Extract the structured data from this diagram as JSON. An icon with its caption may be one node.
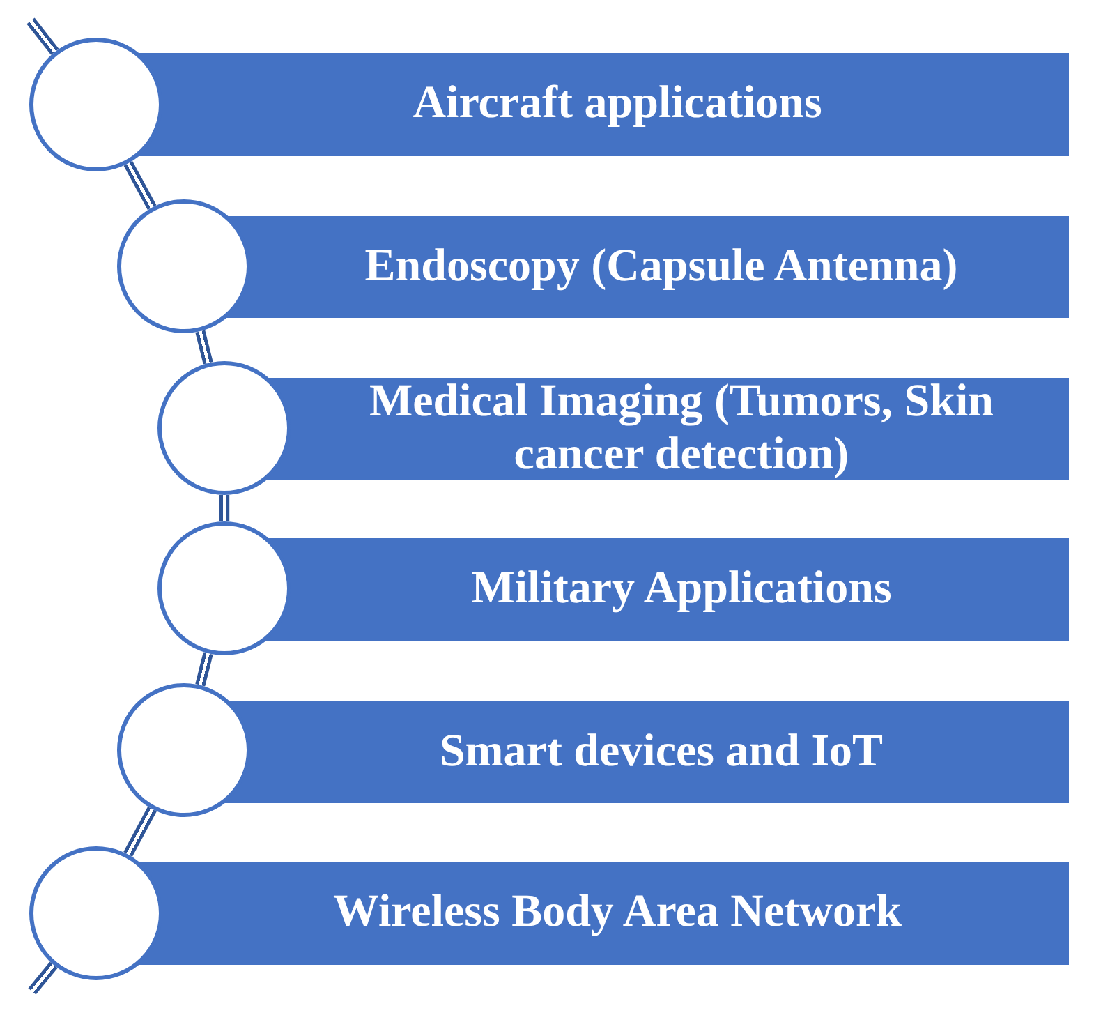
{
  "diagram": {
    "nodes": [
      {
        "text": [
          "Aircraft applications"
        ]
      },
      {
        "text": [
          "Endoscopy (Capsule Antenna)"
        ]
      },
      {
        "text": [
          "Medical Imaging (Tumors, Skin cancer detection)"
        ]
      },
      {
        "text": [
          "Military Applications"
        ]
      },
      {
        "text": [
          "Smart devices and IoT"
        ]
      },
      {
        "text": [
          "Wireless Body Area Network"
        ]
      },
      {
        "text": [],
        "shape": "circle"
      },
      {
        "text": [],
        "shape": "circle"
      },
      {
        "text": [],
        "shape": "circle"
      },
      {
        "text": [],
        "shape": "circle"
      },
      {
        "text": [],
        "shape": "circle"
      },
      {
        "text": [],
        "shape": "circle"
      }
    ],
    "edges": [
      {
        "from": null,
        "to": 6,
        "arrow": "none"
      },
      {
        "from": 6,
        "to": 7,
        "arrow": "none"
      },
      {
        "from": 7,
        "to": 8,
        "arrow": "none"
      },
      {
        "from": 8,
        "to": 9,
        "arrow": "none"
      },
      {
        "from": 9,
        "to": 10,
        "arrow": "none"
      },
      {
        "from": 10,
        "to": 11,
        "arrow": "none"
      },
      {
        "from": 11,
        "to": null,
        "arrow": "none"
      }
    ]
  }
}
